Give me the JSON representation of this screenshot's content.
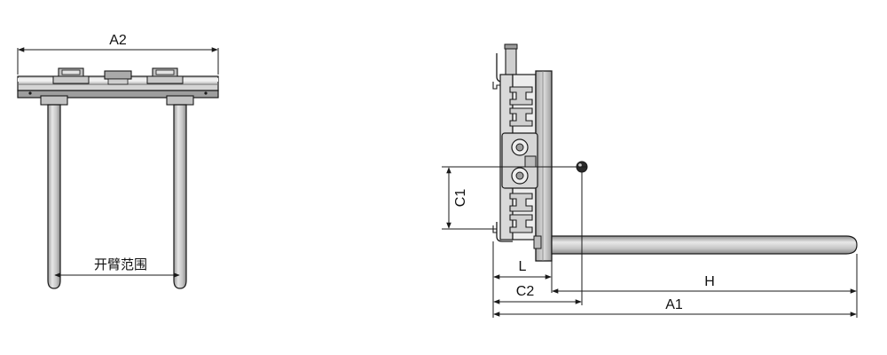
{
  "front_view": {
    "width_label": "A2",
    "spread_label": "开臂范围"
  },
  "side_view": {
    "carriage_height_label": "C1",
    "thickness_label": "L",
    "center_label": "C2",
    "fork_length_label": "H",
    "overall_length_label": "A1"
  },
  "colors": {
    "line": "#1a1a1a",
    "metal_light": "#dcdcdc",
    "metal_mid": "#b8b8b8",
    "metal_dark": "#8f8f8f"
  }
}
